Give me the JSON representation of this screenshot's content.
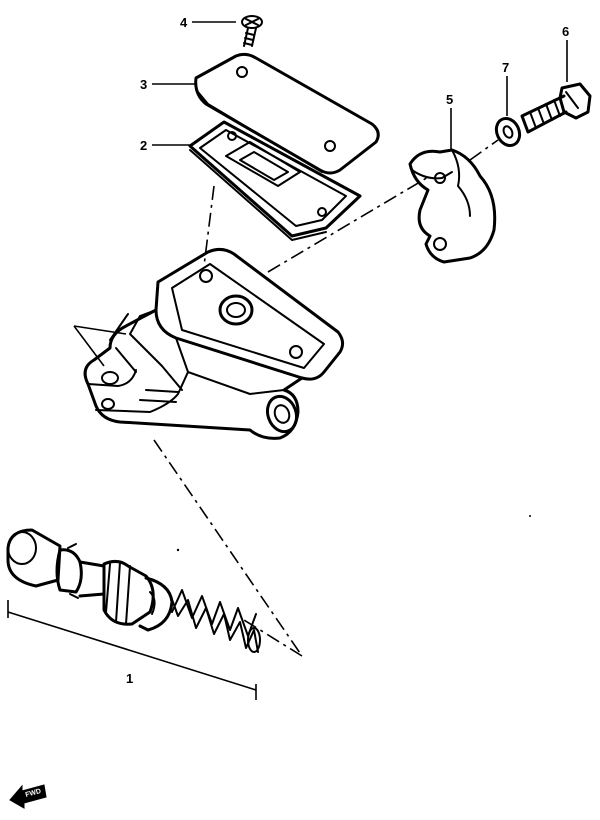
{
  "callouts": [
    {
      "id": "1",
      "label": "1"
    },
    {
      "id": "2",
      "label": "2"
    },
    {
      "id": "3",
      "label": "3"
    },
    {
      "id": "4",
      "label": "4"
    },
    {
      "id": "5",
      "label": "5"
    },
    {
      "id": "6",
      "label": "6"
    },
    {
      "id": "7",
      "label": "7"
    }
  ],
  "front_indicator": {
    "label": "FWD",
    "icon": "front-arrow-icon"
  }
}
